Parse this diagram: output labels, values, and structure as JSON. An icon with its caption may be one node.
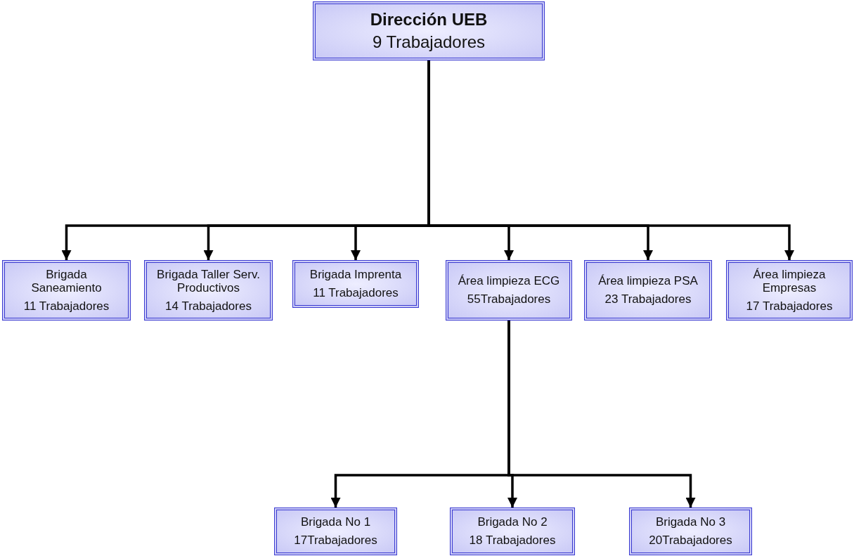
{
  "diagram": {
    "nodes": [
      {
        "text": [
          "Dirección UEB",
          "9 Trabajadores"
        ]
      },
      {
        "text": [
          "Brigada Saneamiento",
          "11 Trabajadores"
        ]
      },
      {
        "text": [
          "Brigada Taller Serv. Productivos",
          "14 Trabajadores"
        ]
      },
      {
        "text": [
          "Brigada Imprenta",
          "11 Trabajadores"
        ]
      },
      {
        "text": [
          "Área limpieza ECG",
          "55Trabajadores"
        ]
      },
      {
        "text": [
          "Área limpieza PSA",
          "23 Trabajadores"
        ]
      },
      {
        "text": [
          "Área limpieza Empresas",
          "17 Trabajadores"
        ]
      },
      {
        "text": [
          "Brigada No 1",
          "17Trabajadores"
        ]
      },
      {
        "text": [
          "Brigada No 2",
          "18 Trabajadores"
        ]
      },
      {
        "text": [
          "Brigada No 3",
          "20Trabajadores"
        ]
      }
    ],
    "edges": [
      {
        "from": 0,
        "to": 1,
        "arrow": "to"
      },
      {
        "from": 0,
        "to": 2,
        "arrow": "to"
      },
      {
        "from": 0,
        "to": 3,
        "arrow": "to"
      },
      {
        "from": 0,
        "to": 4,
        "arrow": "to"
      },
      {
        "from": 0,
        "to": 5,
        "arrow": "to"
      },
      {
        "from": 0,
        "to": 6,
        "arrow": "to"
      },
      {
        "from": 4,
        "to": 7,
        "arrow": "to"
      },
      {
        "from": 4,
        "to": 8,
        "arrow": "to"
      },
      {
        "from": 4,
        "to": 9,
        "arrow": "to"
      }
    ]
  }
}
